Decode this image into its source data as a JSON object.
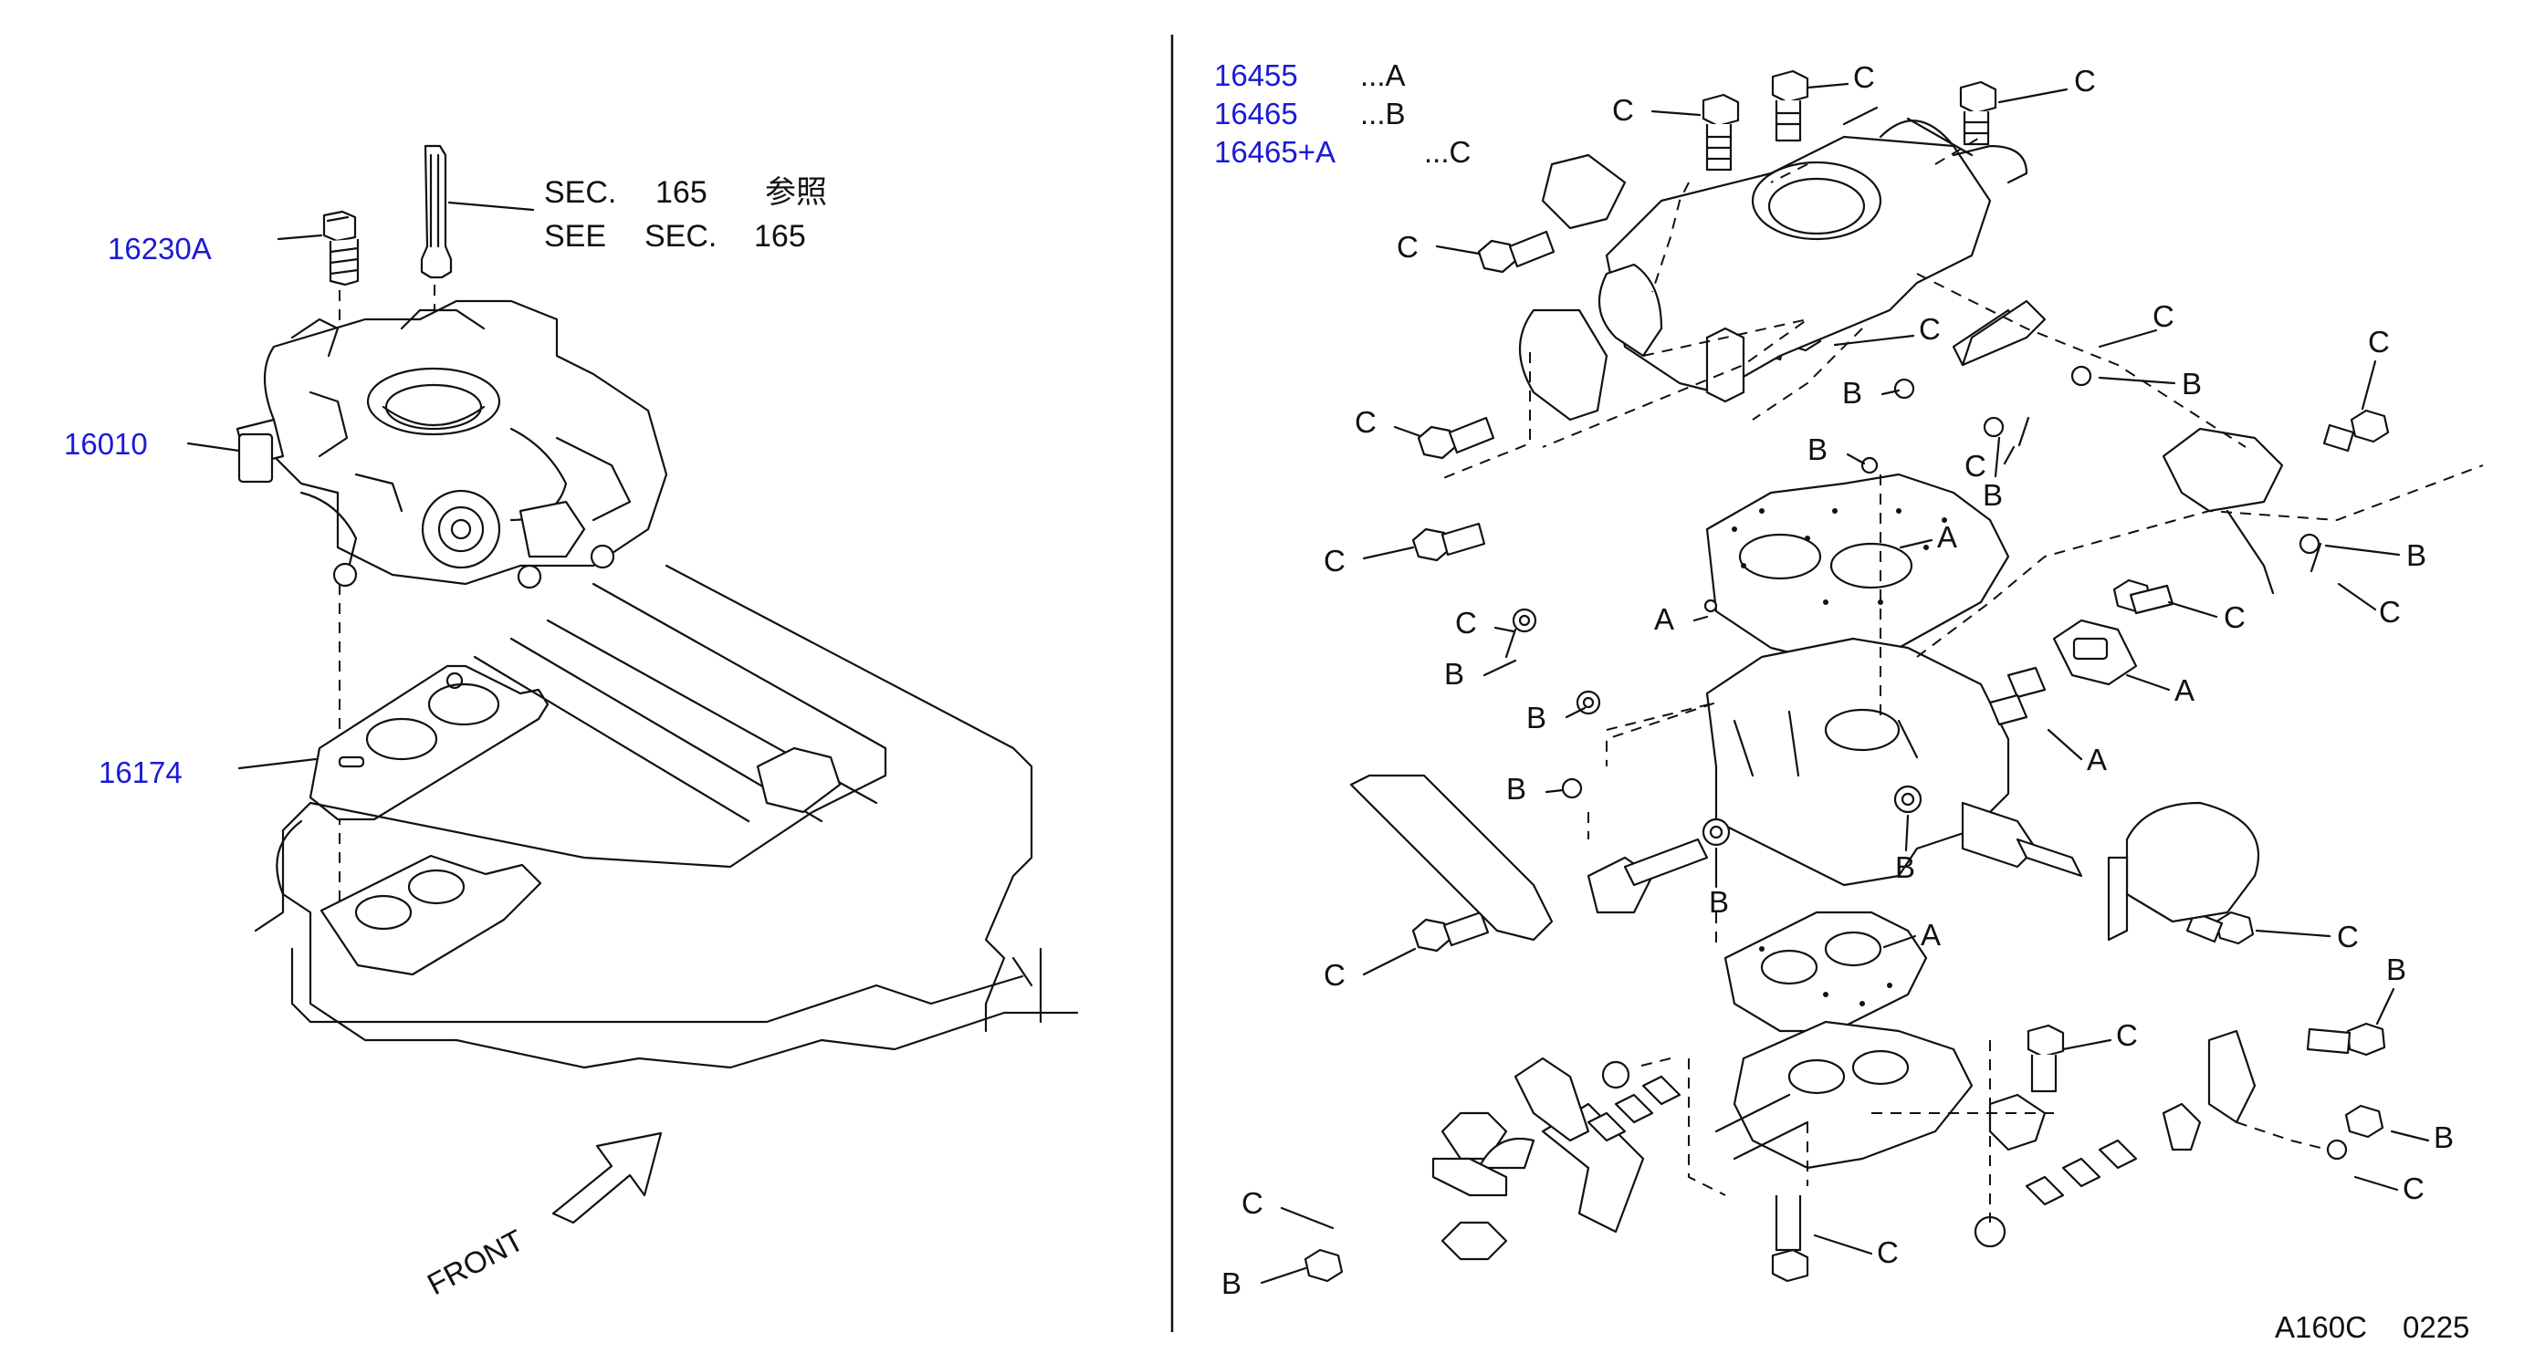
{
  "legend": [
    {
      "part_no": "16455",
      "code": "...A"
    },
    {
      "part_no": "16465",
      "code": "...B"
    },
    {
      "part_no": "16465+A",
      "code": "...C"
    }
  ],
  "left_parts": {
    "bolt": "16230A",
    "throttle_body": "16010",
    "gasket": "16174"
  },
  "see_section": {
    "line1": [
      "SEC.",
      "165",
      "参照"
    ],
    "line2": [
      "SEE",
      "SEC.",
      "165"
    ]
  },
  "front_label": "FRONT",
  "diagram_code": [
    "A160C",
    "0225"
  ],
  "callout_letters": {
    "A": "A",
    "B": "B",
    "C": "C"
  }
}
